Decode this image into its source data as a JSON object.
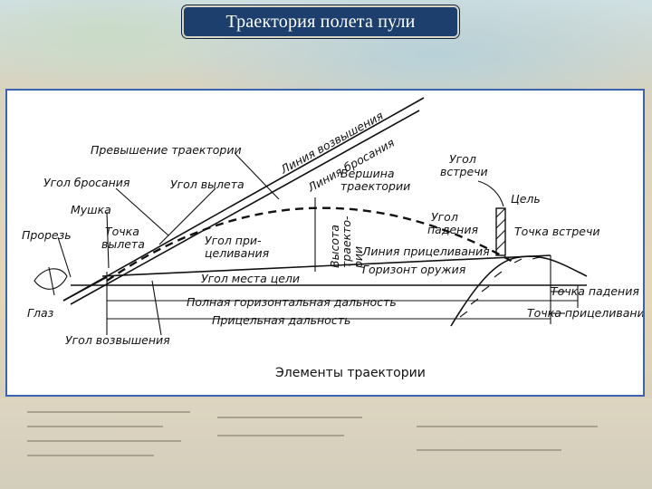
{
  "slide": {
    "title": "Траектория полета пули"
  },
  "diagram": {
    "caption": "Элементы траектории",
    "labels": {
      "liniya_vozvysheniya": "Линия возвышения",
      "liniya_brosaniya": "Линия бросания",
      "prevyshenie": "Превышение траектории",
      "ugol_brosaniya": "Угол бросания",
      "ugol_vyleta": "Угол вылета",
      "vershina_1": "Вершина",
      "vershina_2": "траектории",
      "ugol_vstrechi_1": "Угол",
      "ugol_vstrechi_2": "встречи",
      "tsel": "Цель",
      "mushka": "Мушка",
      "prorez": "Прорезь",
      "tochka_vyleta_1": "Точка",
      "tochka_vyleta_2": "вылета",
      "ugol_pritselivaniya_1": "Угол при-",
      "ugol_pritselivaniya_2": "целивания",
      "vysota_1": "Высота",
      "vysota_2": "траекто-",
      "vysota_3": "рии",
      "ugol_padeniya_1": "Угол",
      "ugol_padeniya_2": "падения",
      "tochka_vstrechi": "Точка встречи",
      "liniya_pritselivaniya": "Линия прицеливания",
      "gorizont_oruzhiya": "Горизонт оружия",
      "ugol_mesta_tseli": "Угол места цели",
      "tochka_padeniya": "Точка падения",
      "polnaya_dalnost": "Полная горизонтальная дальность",
      "pritselnaya_dalnost": "Прицельная дальность",
      "glaz": "Глаз",
      "tochka_pritselivaniya": "Точка прицеливания",
      "ugol_vozvysheniya": "Угол возвышения"
    }
  },
  "colors": {
    "title_bg": "#1c3f6e",
    "panel_border": "#3b63b0"
  }
}
